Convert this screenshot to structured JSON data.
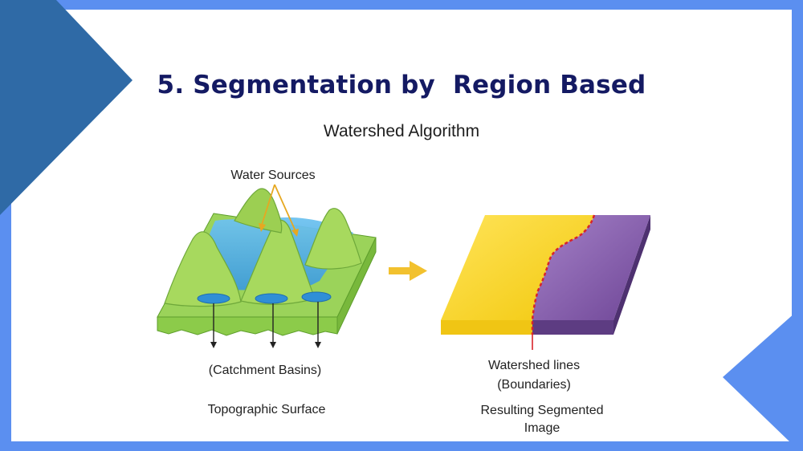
{
  "slide": {
    "title": "5. Segmentation by  Region Based"
  },
  "diagram": {
    "heading": "Watershed Algorithm",
    "water_sources_label": "Water Sources",
    "catchment_basins_label": "(Catchment Basins)",
    "topographic_surface_label": "Topographic Surface",
    "watershed_lines_label": "Watershed lines",
    "boundaries_label": "(Boundaries)",
    "result_label_line1": "Resulting Segmented",
    "result_label_line2": "Image"
  },
  "colors": {
    "frame_blue": "#5b8ff0",
    "corner_dark_blue": "#2f6aa6",
    "title_navy": "#141a63",
    "terrain_green": "#9bd35a",
    "water_blue": "#4aa8e0",
    "segment_yellow": "#f6d21f",
    "segment_purple": "#7a4fa0",
    "boundary_red": "#d8242a",
    "arrow_yellow": "#f2c12e"
  }
}
